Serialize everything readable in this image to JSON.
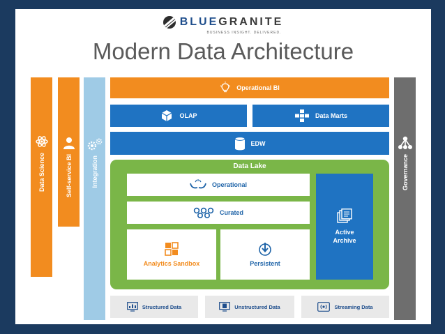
{
  "brand": {
    "name_part1": "BLUE",
    "name_part2": "GRANITE",
    "tagline": "BUSINESS INSIGHT. DELIVERED."
  },
  "title": "Modern Data Architecture",
  "side_bars": {
    "data_science": "Data Science",
    "self_service_bi": "Self-service BI",
    "integration": "Integration",
    "governance": "Governance"
  },
  "layers": {
    "operational_bi": "Operational BI",
    "olap": "OLAP",
    "data_marts": "Data Marts",
    "edw": "EDW"
  },
  "data_lake": {
    "title": "Data Lake",
    "operational": "Operational",
    "curated": "Curated",
    "analytics_sandbox": "Analytics Sandbox",
    "persistent": "Persistent",
    "active_archive": "Active Archive"
  },
  "sources": {
    "structured": "Structured Data",
    "unstructured": "Unstructured Data",
    "streaming": "Streaming Data"
  },
  "colors": {
    "orange": "#f28c1f",
    "blue": "#1f73c2",
    "light_blue": "#9fcbe6",
    "green": "#7ab648",
    "gray": "#6e6e6e",
    "navy": "#1b3a5f"
  }
}
